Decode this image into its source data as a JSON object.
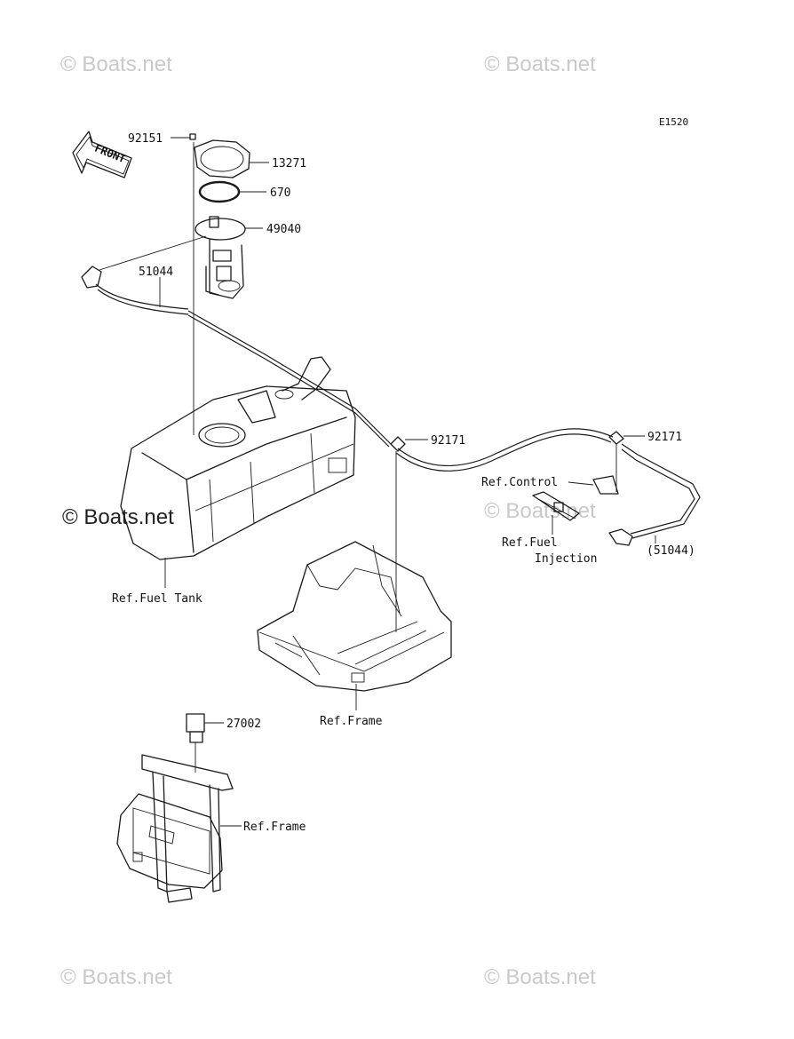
{
  "diagram_code": "E1520",
  "front_arrow_text": "FRONT",
  "watermarks": {
    "top_left": "© Boats.net",
    "top_right": "© Boats.net",
    "middle_left": "© Boats.net",
    "middle_right": "© Boats.net",
    "bottom_left": "© Boats.net",
    "bottom_right": "© Boats.net"
  },
  "parts": {
    "p92151": "92151",
    "p13271": "13271",
    "p670": "670",
    "p49040": "49040",
    "p51044": "51044",
    "p92171_a": "92171",
    "p92171_b": "92171",
    "p51044_ref": "(51044)",
    "p27002": "27002"
  },
  "refs": {
    "fuel_tank": "Ref.Fuel Tank",
    "frame_center": "Ref.Frame",
    "frame_lower": "Ref.Frame",
    "control": "Ref.Control",
    "fuel_injection_line1": "Ref.Fuel",
    "fuel_injection_line2": "Injection"
  }
}
